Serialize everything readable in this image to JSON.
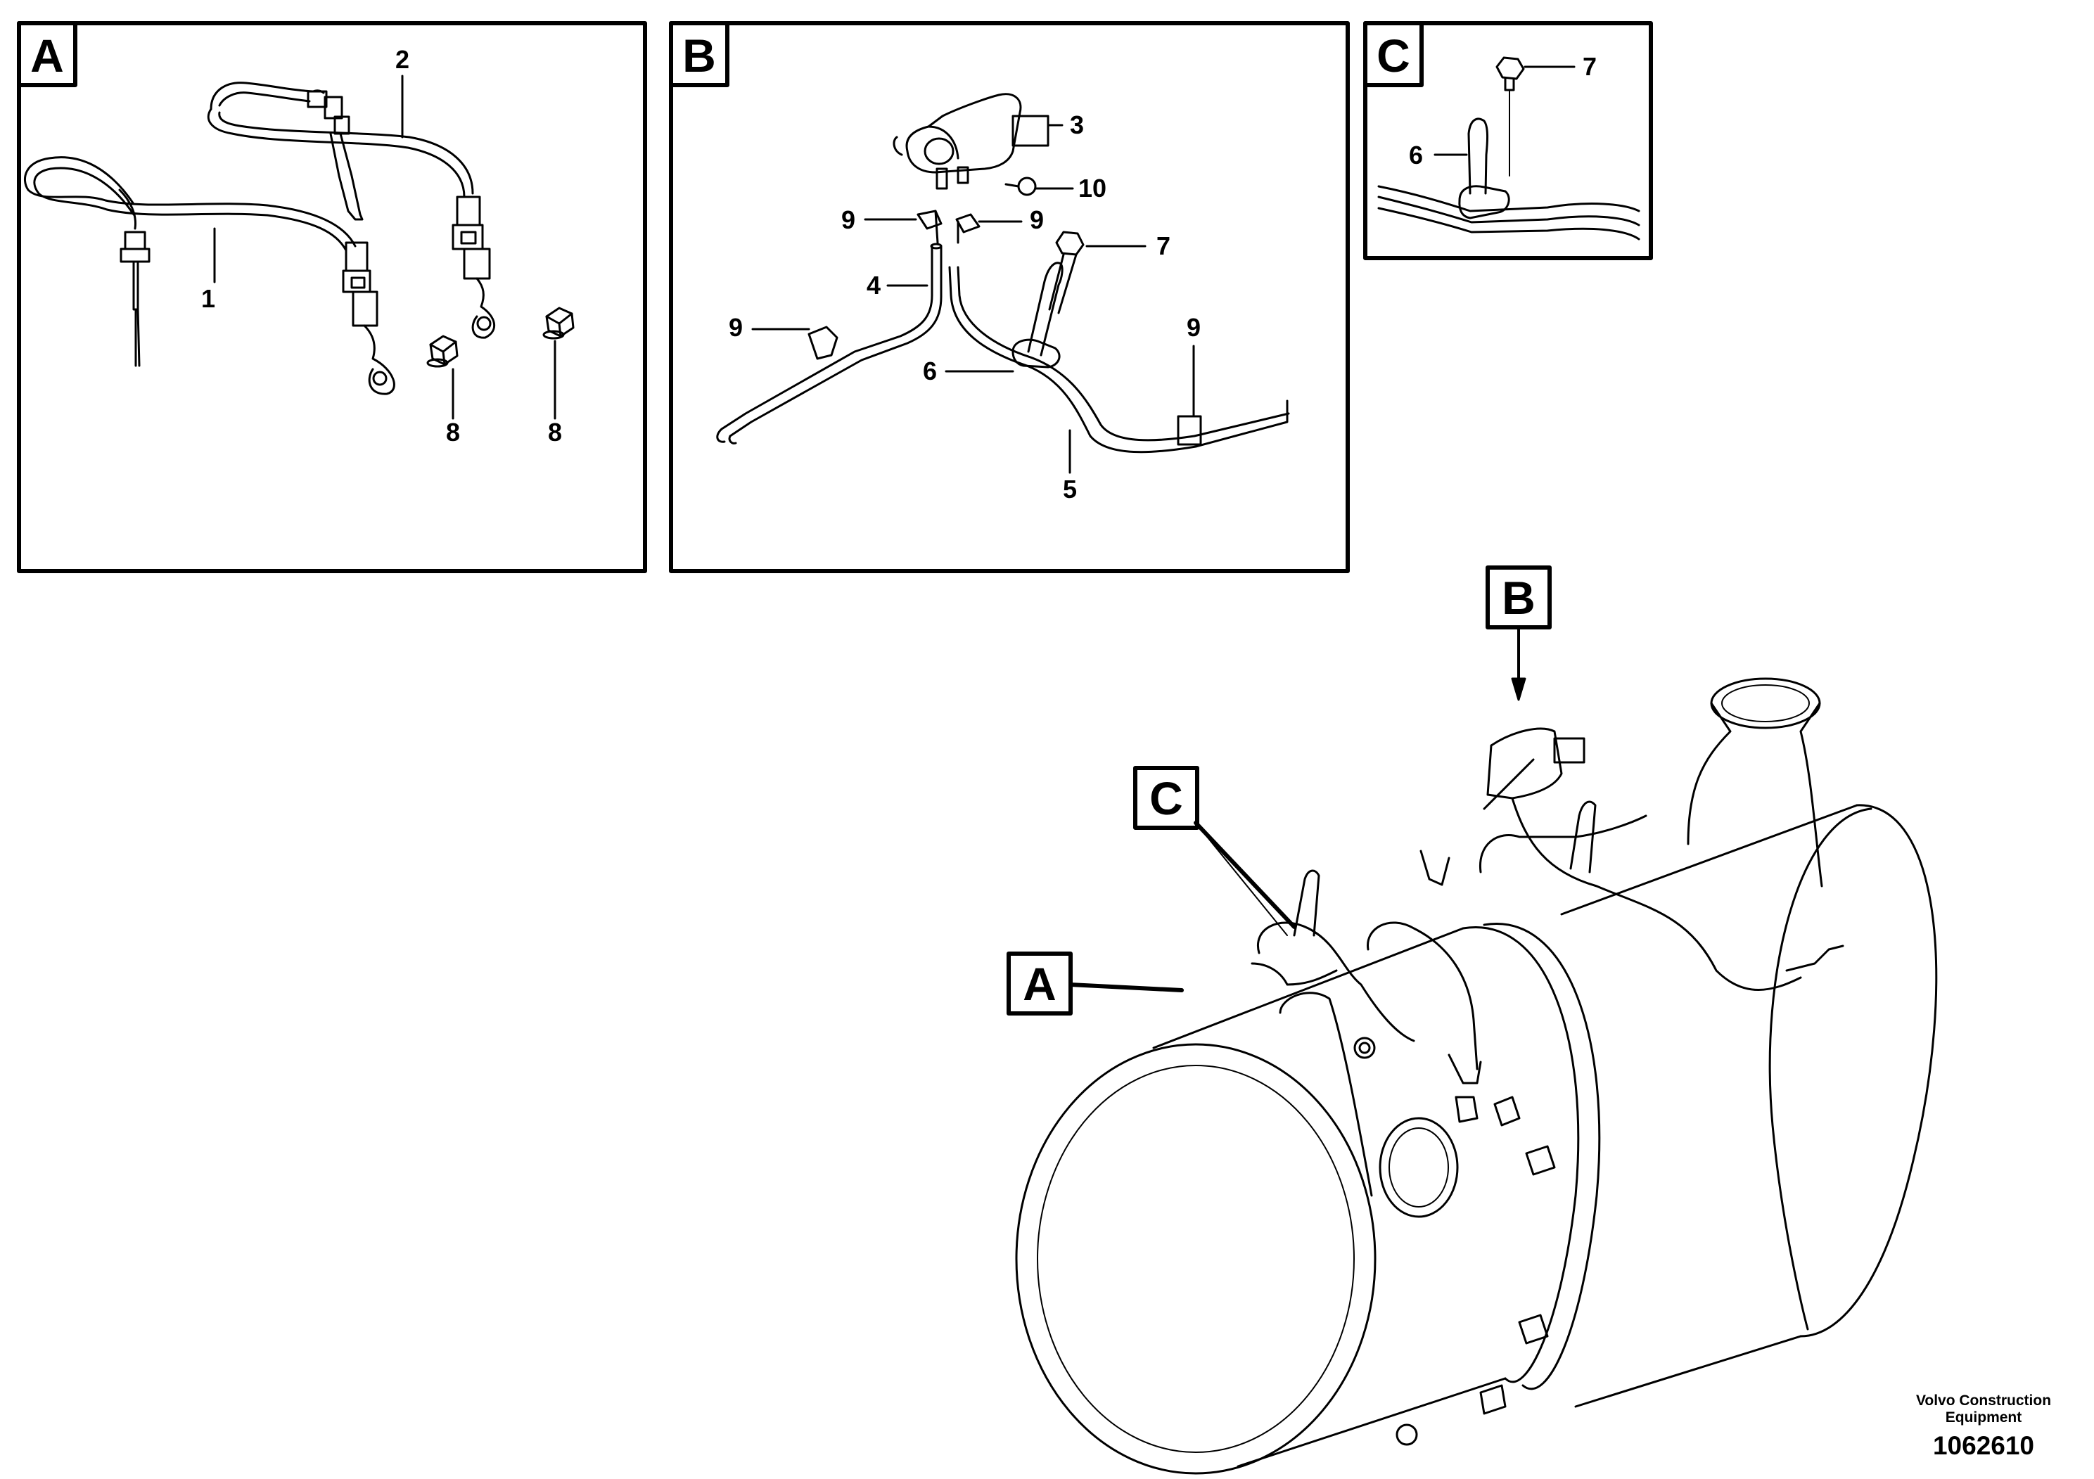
{
  "panels": [
    {
      "letter": "A"
    },
    {
      "letter": "B"
    },
    {
      "letter": "C"
    }
  ],
  "references": [
    {
      "letter": "A"
    },
    {
      "letter": "B"
    },
    {
      "letter": "C"
    }
  ],
  "callouts": {
    "a": [
      "1",
      "2",
      "8",
      "8"
    ],
    "b": [
      "3",
      "10",
      "9",
      "9",
      "7",
      "4",
      "9",
      "6",
      "9",
      "5"
    ],
    "c": [
      "7",
      "6"
    ]
  },
  "footer": {
    "company_line1": "Volvo Construction",
    "company_line2": "Equipment",
    "drawing_number": "1062610"
  }
}
